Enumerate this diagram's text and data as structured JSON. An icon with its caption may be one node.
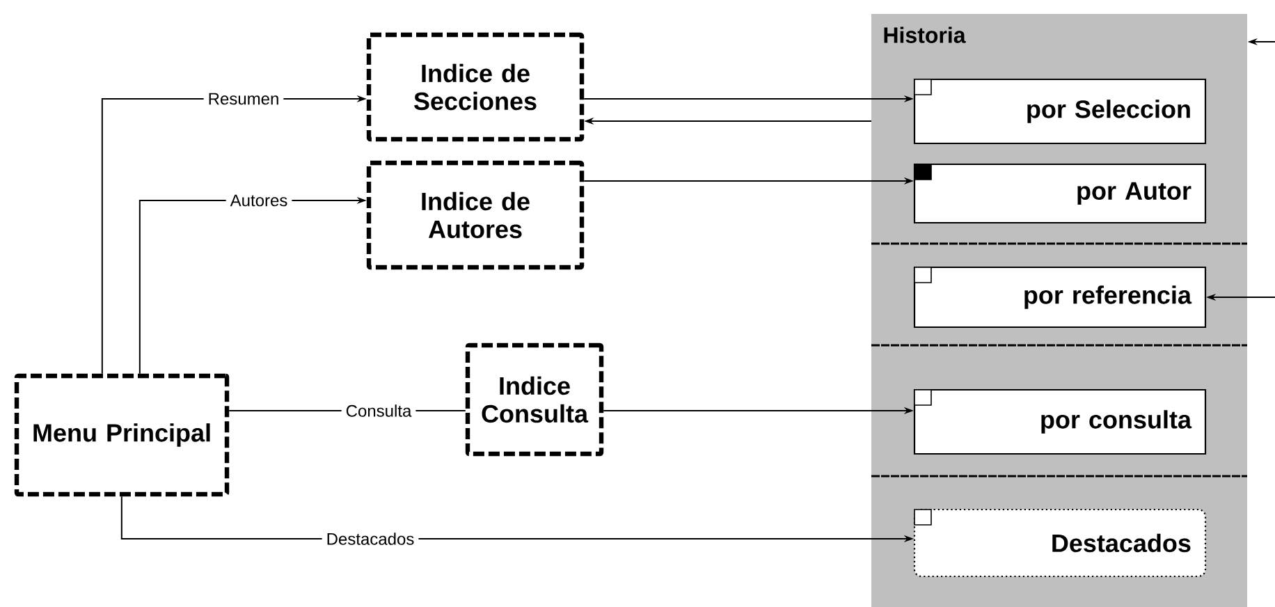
{
  "diagram": {
    "nodes": [
      {
        "text": [
          "Menu Principal"
        ]
      },
      {
        "text": [
          "Indice de Secciones"
        ]
      },
      {
        "text": [
          "Indice de Autores"
        ]
      },
      {
        "text": [
          "Indice Consulta"
        ]
      },
      {
        "text": [
          "Historia"
        ]
      },
      {
        "text": [
          "por Seleccion"
        ],
        "in": 4
      },
      {
        "text": [
          "por Autor"
        ],
        "in": 4
      },
      {
        "text": [
          "por referencia"
        ],
        "in": 4
      },
      {
        "text": [
          "por consulta"
        ],
        "in": 4
      },
      {
        "text": [
          "Destacados"
        ],
        "in": 4
      }
    ],
    "edges": [
      {
        "from": 0,
        "to": 1,
        "arrow": "to",
        "label": "Resumen"
      },
      {
        "from": 0,
        "to": 2,
        "arrow": "to",
        "label": "Autores"
      },
      {
        "from": 0,
        "to": 3,
        "arrow": "none",
        "label": "Consulta"
      },
      {
        "from": 0,
        "to": 9,
        "arrow": "to",
        "label": "Destacados"
      },
      {
        "from": 1,
        "to": 5,
        "arrow": "to"
      },
      {
        "from": 4,
        "to": 1,
        "arrow": "to"
      },
      {
        "from": 2,
        "to": 6,
        "arrow": "to"
      },
      {
        "from": 3,
        "to": 8,
        "arrow": "to"
      },
      {
        "from": null,
        "to": 4,
        "arrow": "to"
      },
      {
        "from": null,
        "to": 7,
        "arrow": "to"
      }
    ]
  }
}
